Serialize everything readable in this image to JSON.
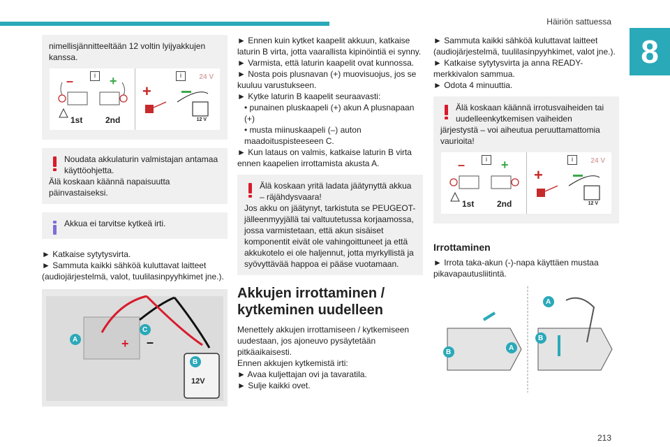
{
  "header": {
    "title": "Häiriön sattuessa",
    "chapter": "8",
    "page": "213"
  },
  "col1": {
    "intro": "nimellisjännitteeltään 12 voltin lyijyakkujen kanssa.",
    "diagram": {
      "label_1st": "1st",
      "label_2nd": "2nd",
      "v24": "24 V",
      "v12": "12 V"
    },
    "warn1_line1": "Noudata akkulaturin valmistajan antamaa käyttöohjetta.",
    "warn1_line2": "Älä koskaan käännä napaisuutta päinvastaiseksi.",
    "info1": "Akkua ei tarvitse kytkeä irti.",
    "steps": [
      "► Katkaise sytytysvirta.",
      "► Sammuta kaikki sähköä kuluttavat laitteet (audiojärjestelmä, valot, tuulilasinpyyhkimet jne.)."
    ],
    "photo": {
      "A": "A",
      "B": "B",
      "C": "C",
      "v12": "12V"
    }
  },
  "col2": {
    "p1": "► Ennen kuin kytket kaapelit akkuun, katkaise laturin B virta, jotta vaarallista kipinöintiä ei synny.",
    "p2": "► Varmista, että laturin kaapelit ovat kunnossa.",
    "p3": "► Nosta pois plusnavan (+) muovisuojus, jos se kuuluu varustukseen.",
    "p4": "► Kytke laturin B kaapelit seuraavasti:",
    "p4a": "• punainen pluskaapeli (+) akun A plusnapaan (+)",
    "p4b": "• musta miinuskaapeli (–) auton maadoituspisteeseen C.",
    "p5": "► Kun lataus on valmis, katkaise laturin B virta ennen kaapelien irrottamista akusta A.",
    "warn2_line1": "Älä koskaan yritä ladata jäätynyttä akkua – räjähdysvaara!",
    "warn2_line2": "Jos akku on jäätynyt, tarkistuta se PEUGEOT-jälleenmyyjällä tai valtuutetussa korjaamossa, jossa varmistetaan, että akun sisäiset komponentit eivät ole vahingoittuneet ja että akkukotelo ei ole haljennut, jotta myrkyllistä ja syövyttävää happoa ei pääse vuotamaan.",
    "heading": "Akkujen irrottaminen / kytkeminen uudelleen",
    "p6": "Menettely akkujen irrottamiseen / kytkemiseen uudestaan, jos ajoneuvo pysäytetään pitkäaikaisesti.",
    "p7": "Ennen akkujen kytkemistä irti:",
    "p8": "► Avaa kuljettajan ovi ja tavaratila.",
    "p9": "► Sulje kaikki ovet."
  },
  "col3": {
    "p1": "► Sammuta kaikki sähköä kuluttavat laitteet (audiojärjestelmä, tuulilasinpyyhkimet, valot jne.).",
    "p2": "► Katkaise sytytysvirta ja anna READY-merkkivalon sammua.",
    "p3": "► Odota 4 minuuttia.",
    "warn3_line1": "Älä koskaan käännä irrotusvaiheiden tai uudelleenkytkemisen vaiheiden",
    "warn3_line2": "järjestystä – voi aiheutua peruuttamattomia vaurioita!",
    "diagram": {
      "label_1st": "1st",
      "label_2nd": "2nd",
      "v24": "24 V",
      "v12": "12 V"
    },
    "heading": "Irrottaminen",
    "p4": "► Irrota taka-akun (-)-napa käyttäen mustaa pikavapautusliitintä.",
    "fig": {
      "A1": "A",
      "B1": "B",
      "A2": "A",
      "B2": "B"
    }
  }
}
